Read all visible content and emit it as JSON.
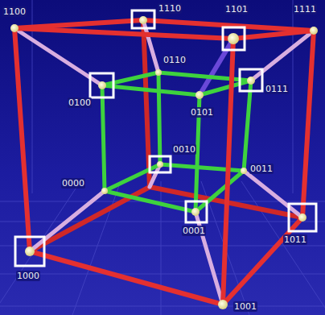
{
  "diagram": {
    "labels": [
      "1100",
      "1110",
      "1101",
      "1111",
      "0110",
      "0100",
      "0111",
      "0101",
      "0010",
      "0000",
      "0011",
      "0001",
      "1011",
      "1000",
      "1001"
    ]
  }
}
